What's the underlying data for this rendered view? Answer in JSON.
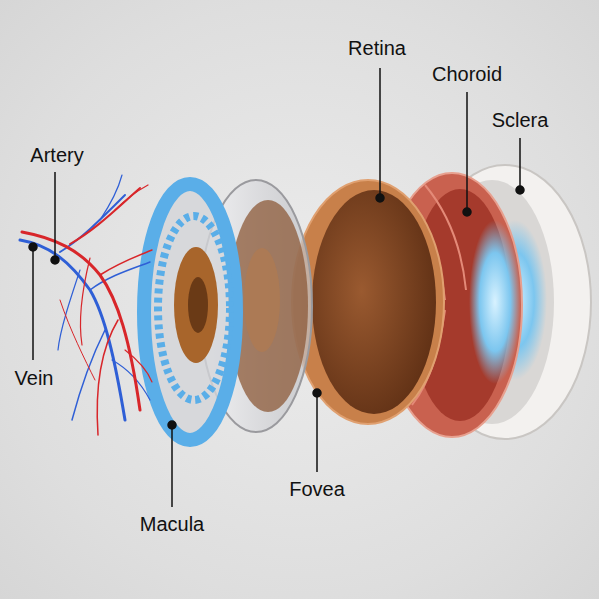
{
  "diagram": {
    "labels": [
      "Retina",
      "Choroid",
      "Sclera",
      "Artery",
      "Vein",
      "Macula",
      "Fovea"
    ]
  }
}
